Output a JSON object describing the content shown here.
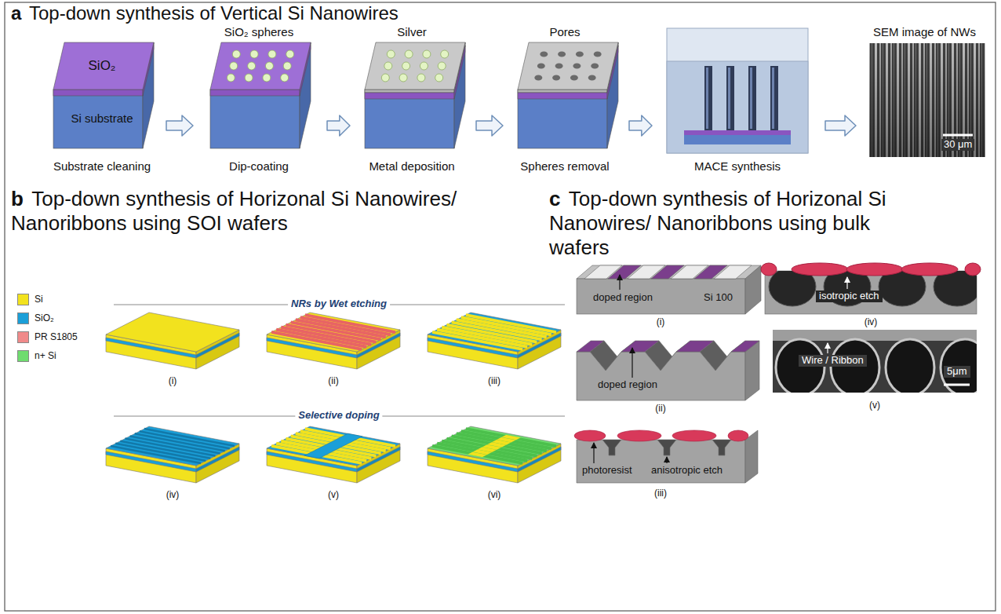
{
  "diagram": {
    "nodes": [
      {
        "text": [
          "SiO₂",
          "Si substrate",
          "Substrate cleaning"
        ]
      },
      {
        "text": [
          "SiO₂ spheres",
          "Dip-coating"
        ]
      },
      {
        "text": [
          "Silver",
          "Metal deposition"
        ]
      },
      {
        "text": [
          "Pores",
          "Spheres removal"
        ]
      },
      {
        "text": [
          "MACE synthesis"
        ]
      },
      {
        "text": [
          "SEM image of NWs",
          "30 μm"
        ]
      }
    ],
    "edges": [
      {
        "from": 0,
        "to": 1,
        "arrow": "to"
      },
      {
        "from": 1,
        "to": 2,
        "arrow": "to"
      },
      {
        "from": 2,
        "to": 3,
        "arrow": "to"
      },
      {
        "from": 3,
        "to": 4,
        "arrow": "to"
      },
      {
        "from": 4,
        "to": 5,
        "arrow": "to"
      }
    ],
    "labels": [
      "a",
      "Top-down synthesis of Vertical Si Nanowires",
      "b",
      "Top-down synthesis of Horizonal Si Nanowires/ Nanoribbons using SOI wafers",
      "c",
      "Top-down synthesis of Horizonal Si Nanowires/ Nanoribbons using bulk wafers",
      "NRs by Wet etching",
      "(i)",
      "(ii)",
      "(iii)",
      "Selective doping",
      "(iv)",
      "(v)",
      "(vi)",
      "doped region",
      "Si 100",
      "(i)",
      "doped region",
      "(ii)",
      "photoresist",
      "anisotropic etch",
      "(iii)",
      "isotropic etch",
      "(iv)",
      "Wire / Ribbon",
      "5μm",
      "(v)"
    ],
    "legend": [
      {
        "text": "Si",
        "color": "#f2e21e"
      },
      {
        "text": "SiO₂",
        "color": "#1b9fd8"
      },
      {
        "text": "PR S1805",
        "color": "#f08a8a"
      },
      {
        "text": "n+ Si",
        "color": "#6fdc6f"
      }
    ]
  }
}
